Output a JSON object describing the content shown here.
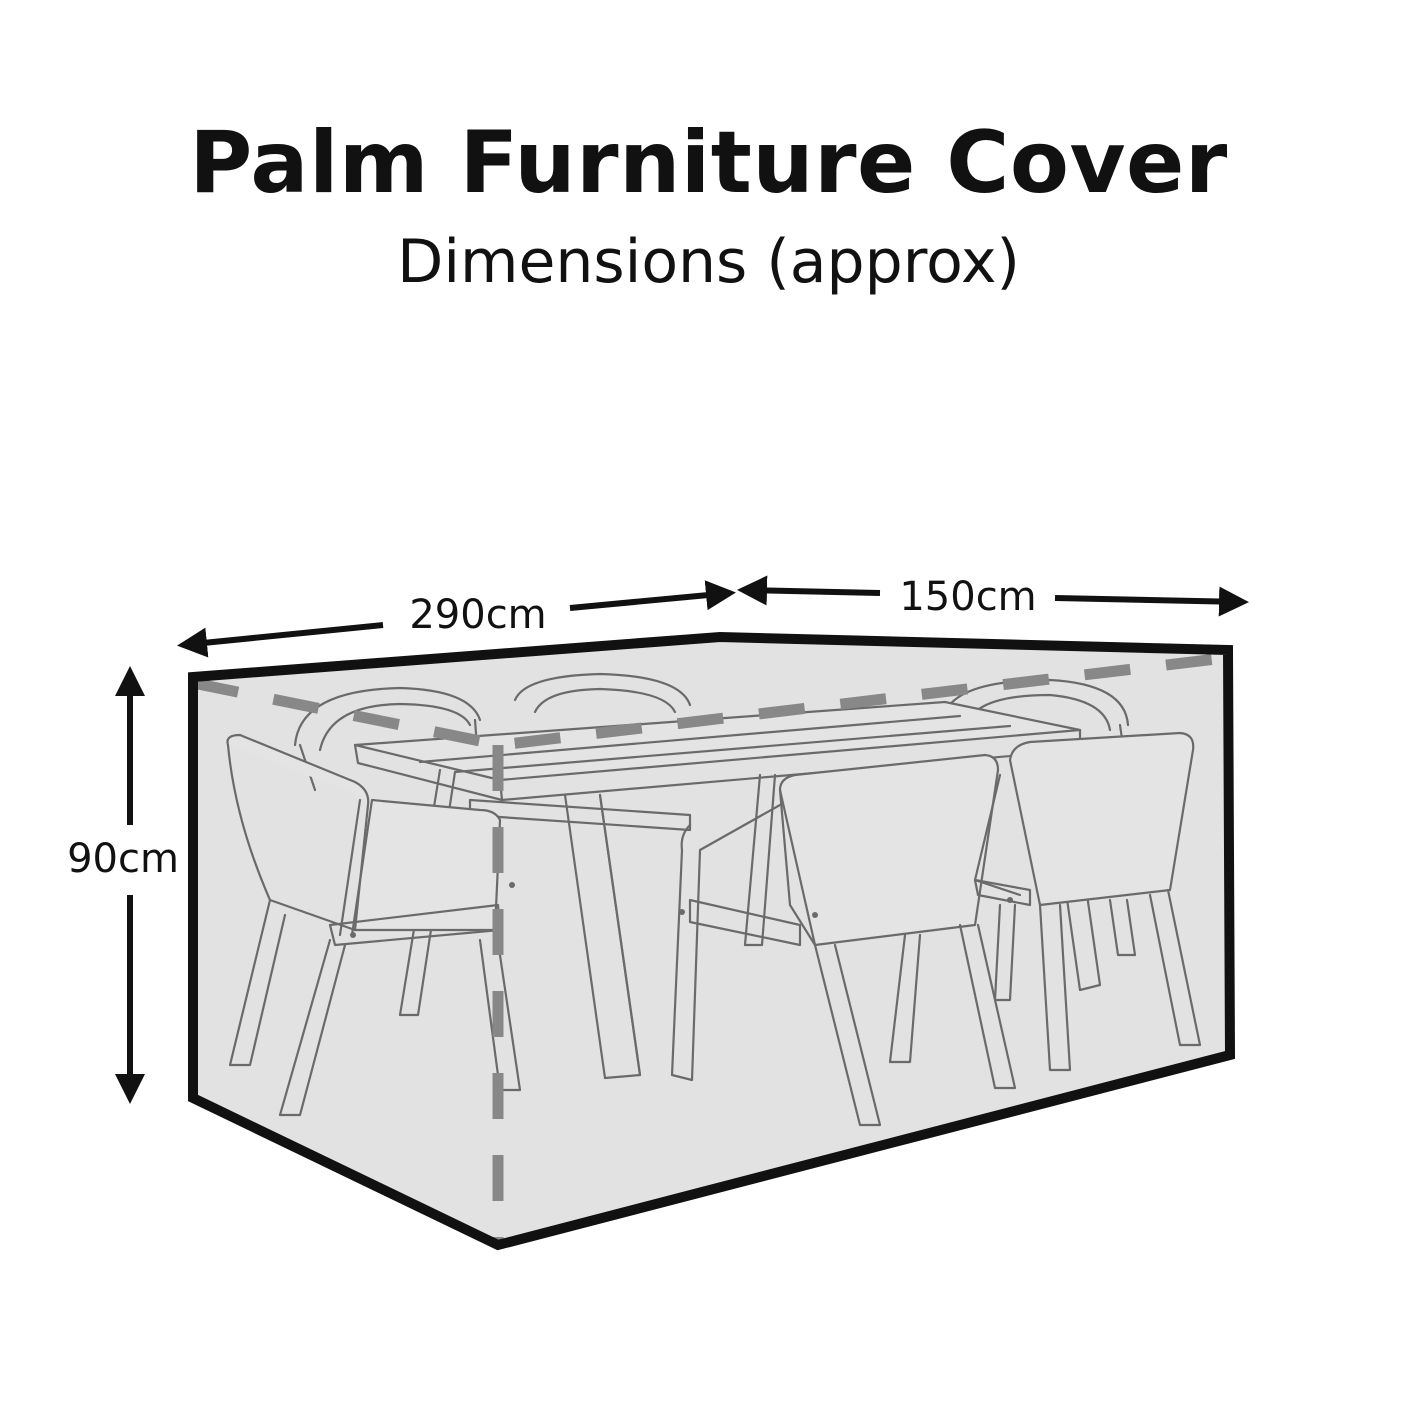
{
  "title": "Palm Furniture Cover",
  "subtitle": "Dimensions (approx)",
  "dimensions": {
    "length": "290cm",
    "width": "150cm",
    "height": "90cm"
  },
  "colors": {
    "cover_fill": "#e2e2e2",
    "outline": "#111111",
    "hidden_edge": "#888888",
    "furniture_line": "#6a6a6a"
  }
}
